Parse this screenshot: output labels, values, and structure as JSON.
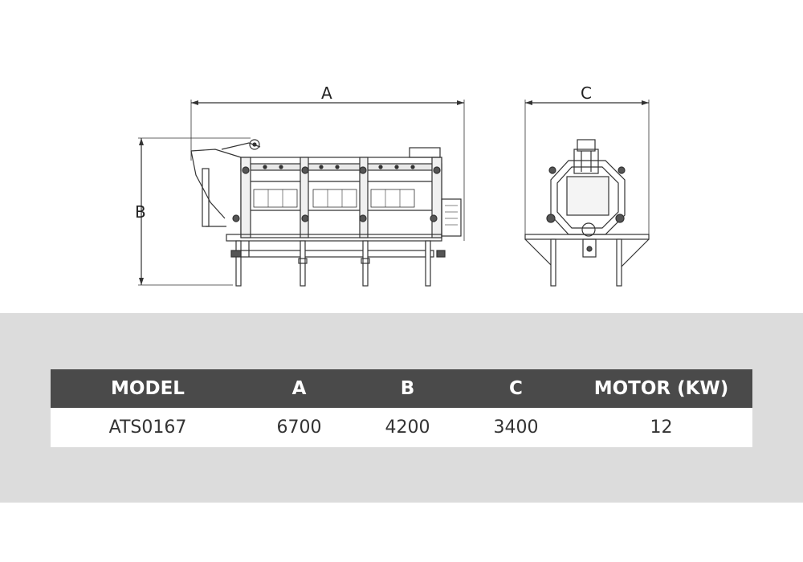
{
  "dimension_labels": {
    "a": "A",
    "b": "B",
    "c": "C"
  },
  "spec_table": {
    "headers": [
      "MODEL",
      "A",
      "B",
      "C",
      "MOTOR (KW)"
    ],
    "rows": [
      [
        "ATS0167",
        "6700",
        "4200",
        "3400",
        "12"
      ]
    ]
  },
  "colors": {
    "header_bg": "#4a4a4a",
    "band_bg": "#dcdcdc",
    "line": "#333333"
  }
}
